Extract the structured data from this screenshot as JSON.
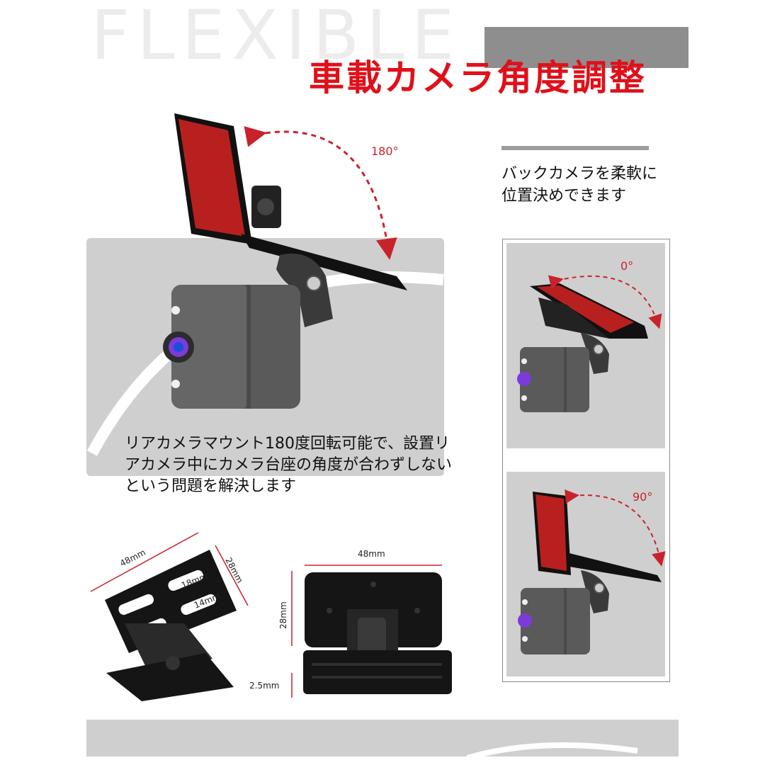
{
  "header": {
    "background_word": "FLEXIBLE",
    "title": "車載カメラ角度調整"
  },
  "side_note": {
    "line1": "バックカメラを柔軟に",
    "line2": "位置決めできます"
  },
  "main_description": {
    "line1": "リアカメラマウント180度回転可能で、設置リ",
    "line2": "アカメラ中にカメラ台座の角度が合わずしない",
    "line3": "という問題を解決します"
  },
  "angles": {
    "main": "180°",
    "panel_top": "0°",
    "panel_bottom": "90°"
  },
  "dimensions": {
    "left_width": "48mm",
    "left_height": "28mm",
    "slot_18": "18mm",
    "slot_14": "14mm",
    "right_width": "48mm",
    "right_height": "28mm",
    "thickness": "2.5mm"
  },
  "colors": {
    "accent_red": "#e0101a",
    "arrow_red": "#c8232c",
    "pad_red": "#b8201f",
    "panel_gray": "#cfcfcf"
  },
  "icons": [
    "dashed-arc-arrow-icon",
    "camera-icon",
    "mount-bracket-icon"
  ]
}
